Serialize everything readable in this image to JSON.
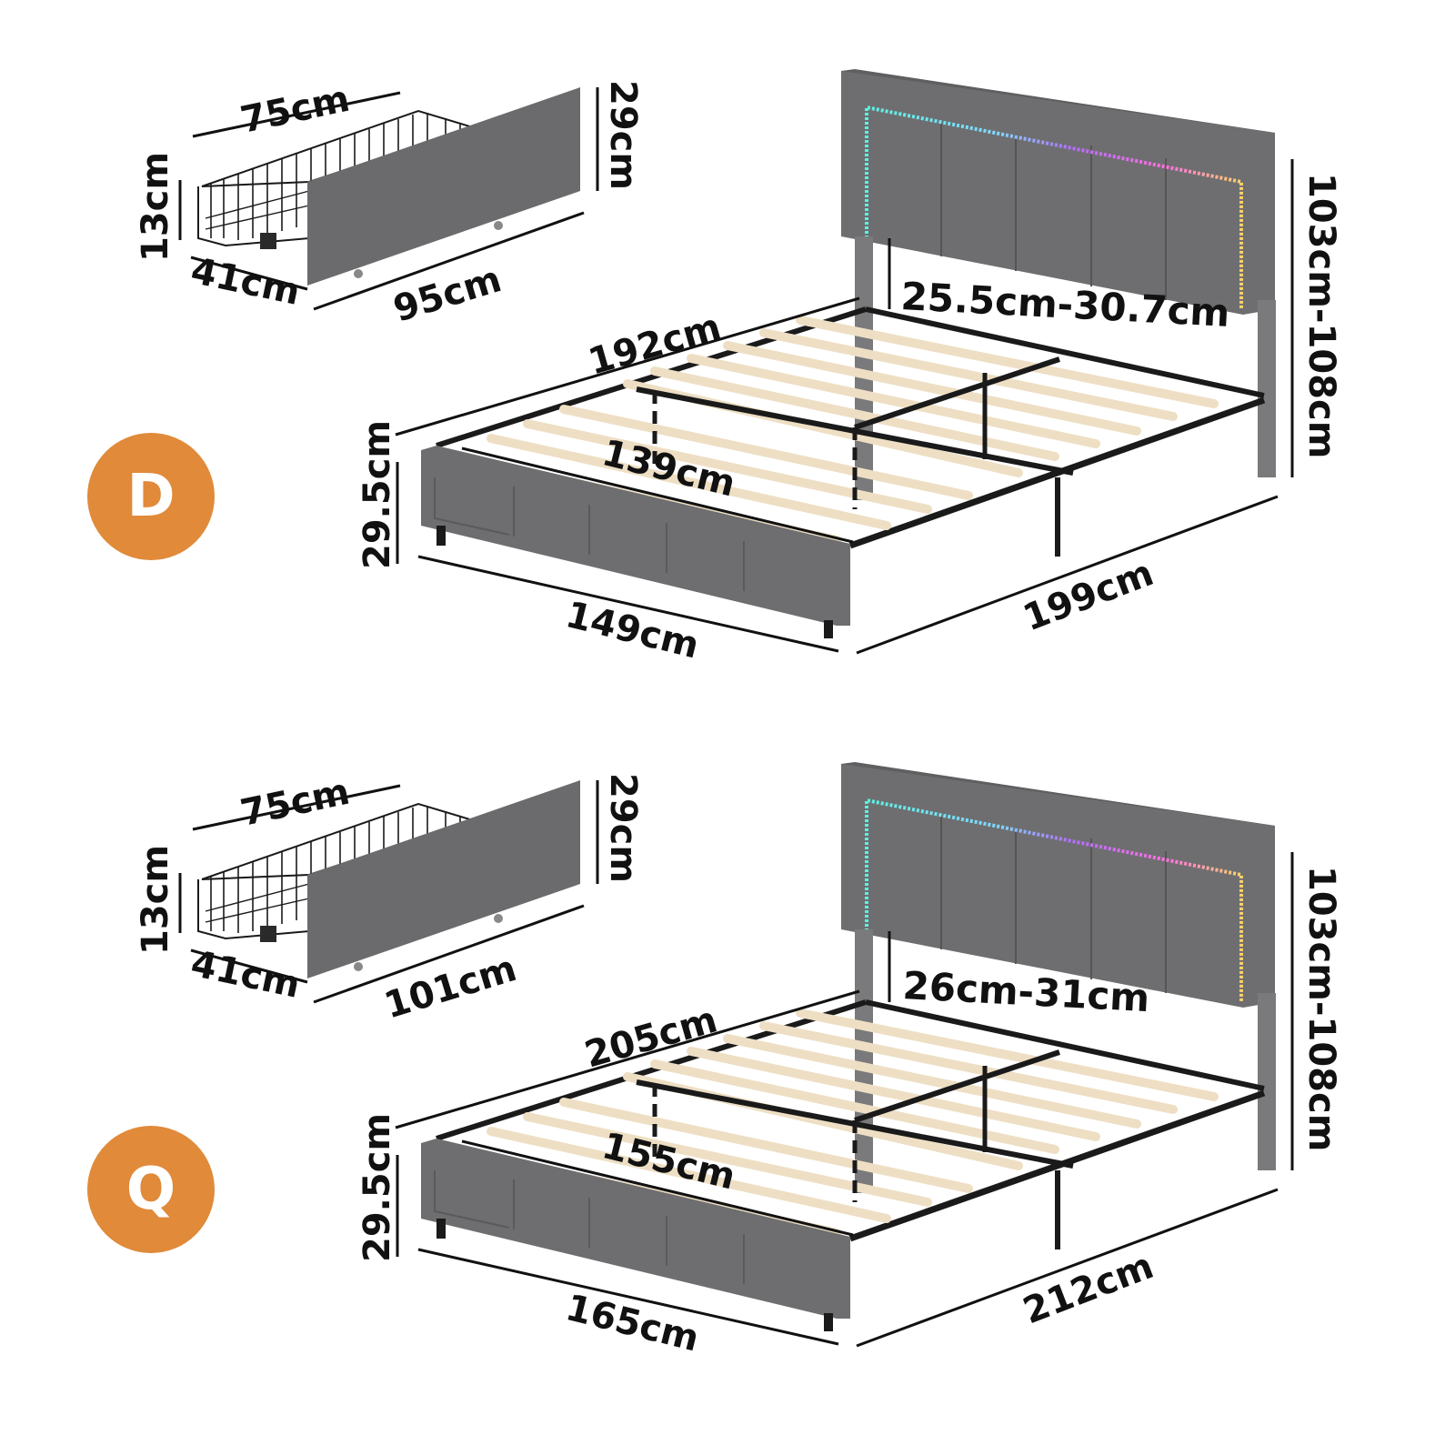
{
  "colors": {
    "badge": "#E08A3A",
    "fabric": "#6e6e70",
    "fabric_dark": "#5c5c5e",
    "fabric_light": "#7c7c7e",
    "slat": "#eedfc4",
    "slat_shadow": "#d9c7a6",
    "metal": "#1a1a1a",
    "dim_line": "#111111"
  },
  "panels": [
    {
      "size_badge": "D",
      "drawer": {
        "length_top": "75cm",
        "height": "13cm",
        "depth": "41cm",
        "front_length": "95cm",
        "front_height": "29cm"
      },
      "bed": {
        "frame_length_side": "192cm",
        "clearance": "25.5cm-30.7cm",
        "headboard_height": "103cm-108cm",
        "inner_width": "139cm",
        "footboard_height": "29.5cm",
        "overall_width": "149cm",
        "overall_length": "199cm"
      }
    },
    {
      "size_badge": "Q",
      "drawer": {
        "length_top": "75cm",
        "height": "13cm",
        "depth": "41cm",
        "front_length": "101cm",
        "front_height": "29cm"
      },
      "bed": {
        "frame_length_side": "205cm",
        "clearance": "26cm-31cm",
        "headboard_height": "103cm-108cm",
        "inner_width": "155cm",
        "footboard_height": "29.5cm",
        "overall_width": "165cm",
        "overall_length": "212cm"
      }
    }
  ]
}
